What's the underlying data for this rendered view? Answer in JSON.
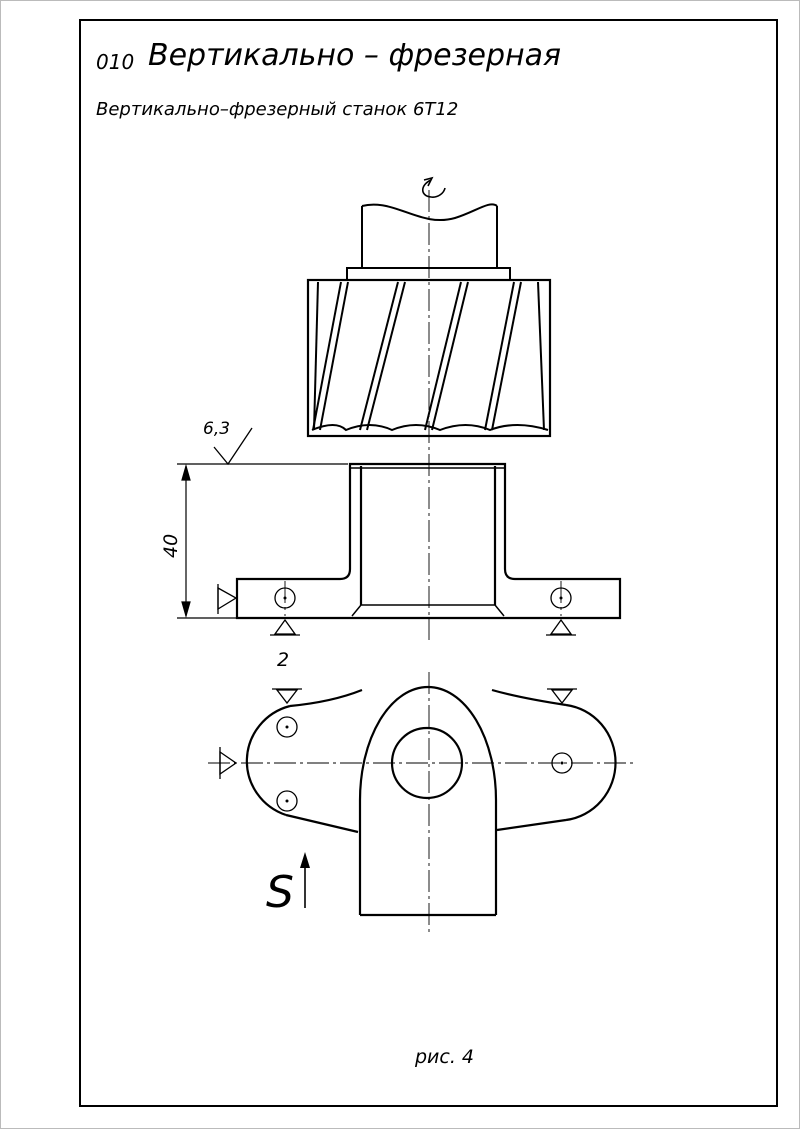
{
  "header": {
    "operation_number": "010",
    "operation_name": "Вертикально – фрезерная",
    "machine": "Вертикально–фрезерный станок 6Т12"
  },
  "annotations": {
    "roughness": "6,3",
    "dimension_height": "40",
    "datum_number": "2",
    "feed_symbol": "S"
  },
  "caption": "рис. 4"
}
